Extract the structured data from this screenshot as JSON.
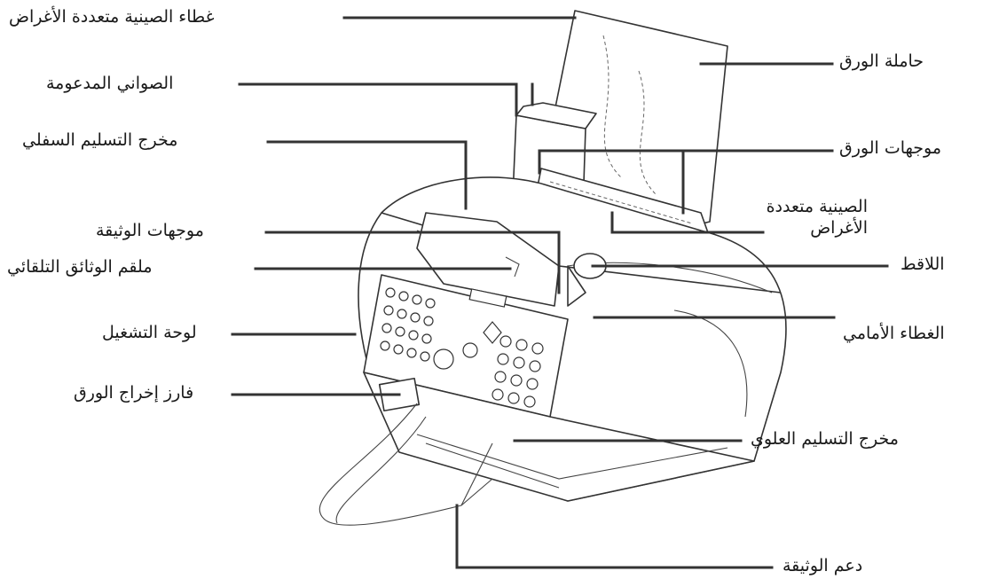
{
  "labels": {
    "multipurpose_tray_cover": "غطاء الصينية متعددة الأغراض",
    "tray_supports": "الصواني المدعومة",
    "lower_delivery_slot": "مخرج التسليم السفلي",
    "document_guides": "موجهات الوثيقة",
    "automatic_document_feeder": "ملقم الوثائق التلقائي",
    "operation_panel": "لوحة التشغيل",
    "paper_release_lever": "فارز إخراج الورق",
    "paper_rest": "حاملة الورق",
    "paper_guides": "موجهات الورق",
    "multipurpose_tray": "الصينية متعددة الأغراض",
    "handset_hook": "اللاقط",
    "front_cover": "الغطاء الأمامي",
    "upper_delivery_slot": "مخرج التسليم العلوي",
    "document_support": "دعم الوثيقة"
  },
  "colors": {
    "line": "#333333",
    "text": "#1a1a1a",
    "background": "#ffffff"
  }
}
